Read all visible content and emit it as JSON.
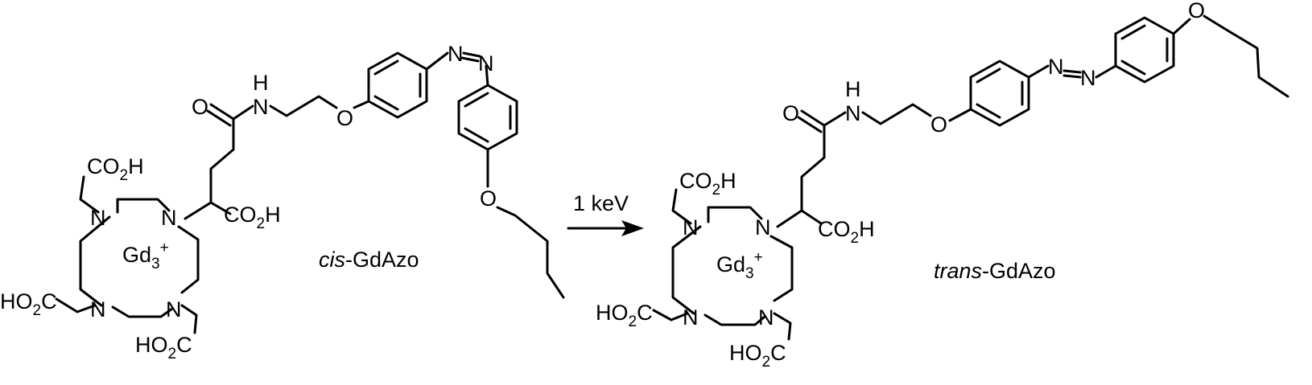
{
  "figure": {
    "reaction_arrow_label": "1 keV",
    "atoms": {
      "N": "N",
      "O": "O",
      "H": "H",
      "C": "C",
      "CO": "CO",
      "HO": "HO",
      "sub2": "2",
      "Gd": "Gd",
      "sub3": "3",
      "sup_plus": "+"
    },
    "reactant": {
      "prefix": "cis",
      "name": "-GdAzo"
    },
    "product": {
      "prefix": "trans",
      "name": "-GdAzo"
    }
  }
}
